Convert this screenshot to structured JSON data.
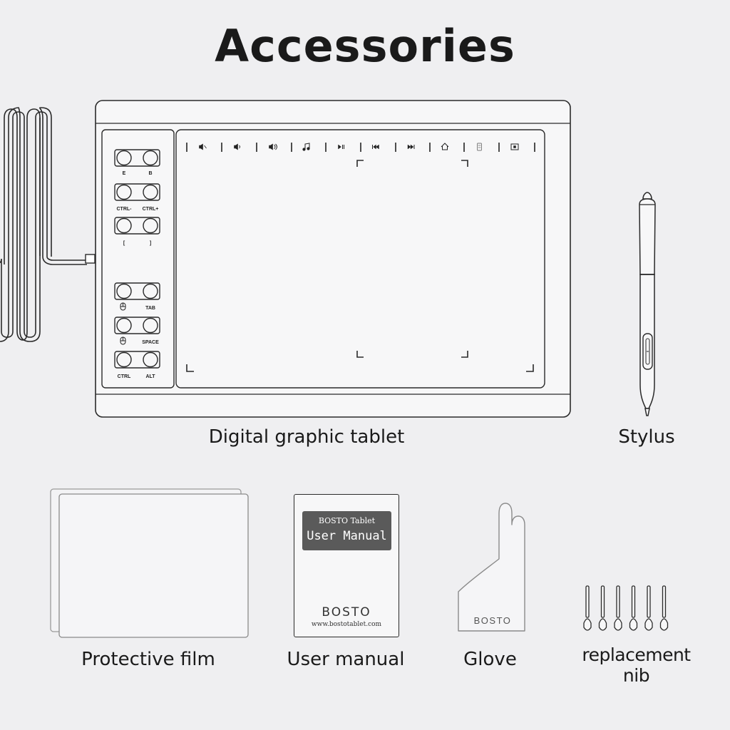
{
  "title": "Accessories",
  "tablet": {
    "caption": "Digital graphic tablet",
    "express_key_labels": {
      "row1": [
        "E",
        "B"
      ],
      "row2": [
        "CTRL-",
        "CTRL+"
      ],
      "row3": [
        "[",
        "]"
      ],
      "row4_right": "TAB",
      "row5_right": "SPACE",
      "row6": [
        "CTRL",
        "ALT"
      ]
    },
    "media_keys": [
      "mute-icon",
      "volume-down-icon",
      "volume-up-icon",
      "music-icon",
      "play-pause-icon",
      "previous-track-icon",
      "next-track-icon",
      "home-icon",
      "calculator-icon",
      "screenshot-icon"
    ]
  },
  "stylus": {
    "caption": "Stylus"
  },
  "film": {
    "caption": "Protective film"
  },
  "manual": {
    "caption": "User manual",
    "label_line1": "BOSTO Tablet",
    "label_line2": "User Manual",
    "brand": "BOSTO",
    "url": "www.bostotablet.com"
  },
  "glove": {
    "caption": "Glove",
    "brand": "BOSTO"
  },
  "nib": {
    "caption": "replacement nib",
    "count": 6
  },
  "colors": {
    "background": "#efeff1",
    "outline": "#2a2a2a",
    "label_box": "#5a5a5a"
  }
}
